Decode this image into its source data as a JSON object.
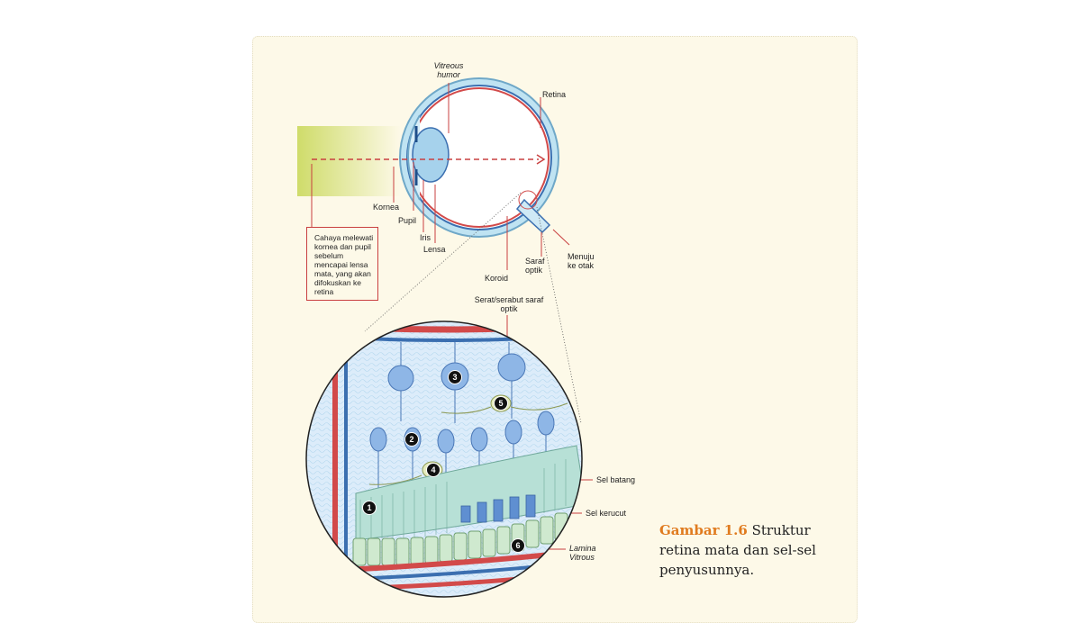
{
  "labels": {
    "vitreous_humor": "Vitreous humor",
    "retina": "Retina",
    "kornea": "Kornea",
    "pupil": "Pupil",
    "iris": "Iris",
    "lensa": "Lensa",
    "koroid": "Koroid",
    "saraf_optik": "Saraf optik",
    "menuju_ke_otak": "Menuju ke otak",
    "serat_saraf": "Serat/serabut saraf optik",
    "sel_batang": "Sel batang",
    "sel_kerucut": "Sel kerucut",
    "lamina_vitrous": "Lamina Vitrous"
  },
  "callout": "Cahaya melewati kornea dan pupil sebelum mencapai lensa mata, yang akan difokuskan ke retina",
  "badges": [
    "1",
    "2",
    "3",
    "4",
    "5",
    "6"
  ],
  "caption": {
    "number": "Gambar 1.6",
    "text": "Struktur retina mata dan sel-sel penyusunnya."
  },
  "colors": {
    "panel": "#fdf9e8",
    "accent": "#e07b1f",
    "red_line": "#c94040",
    "eye_blue": "#b9e0f0",
    "light_beam": "#d8e6a0"
  }
}
